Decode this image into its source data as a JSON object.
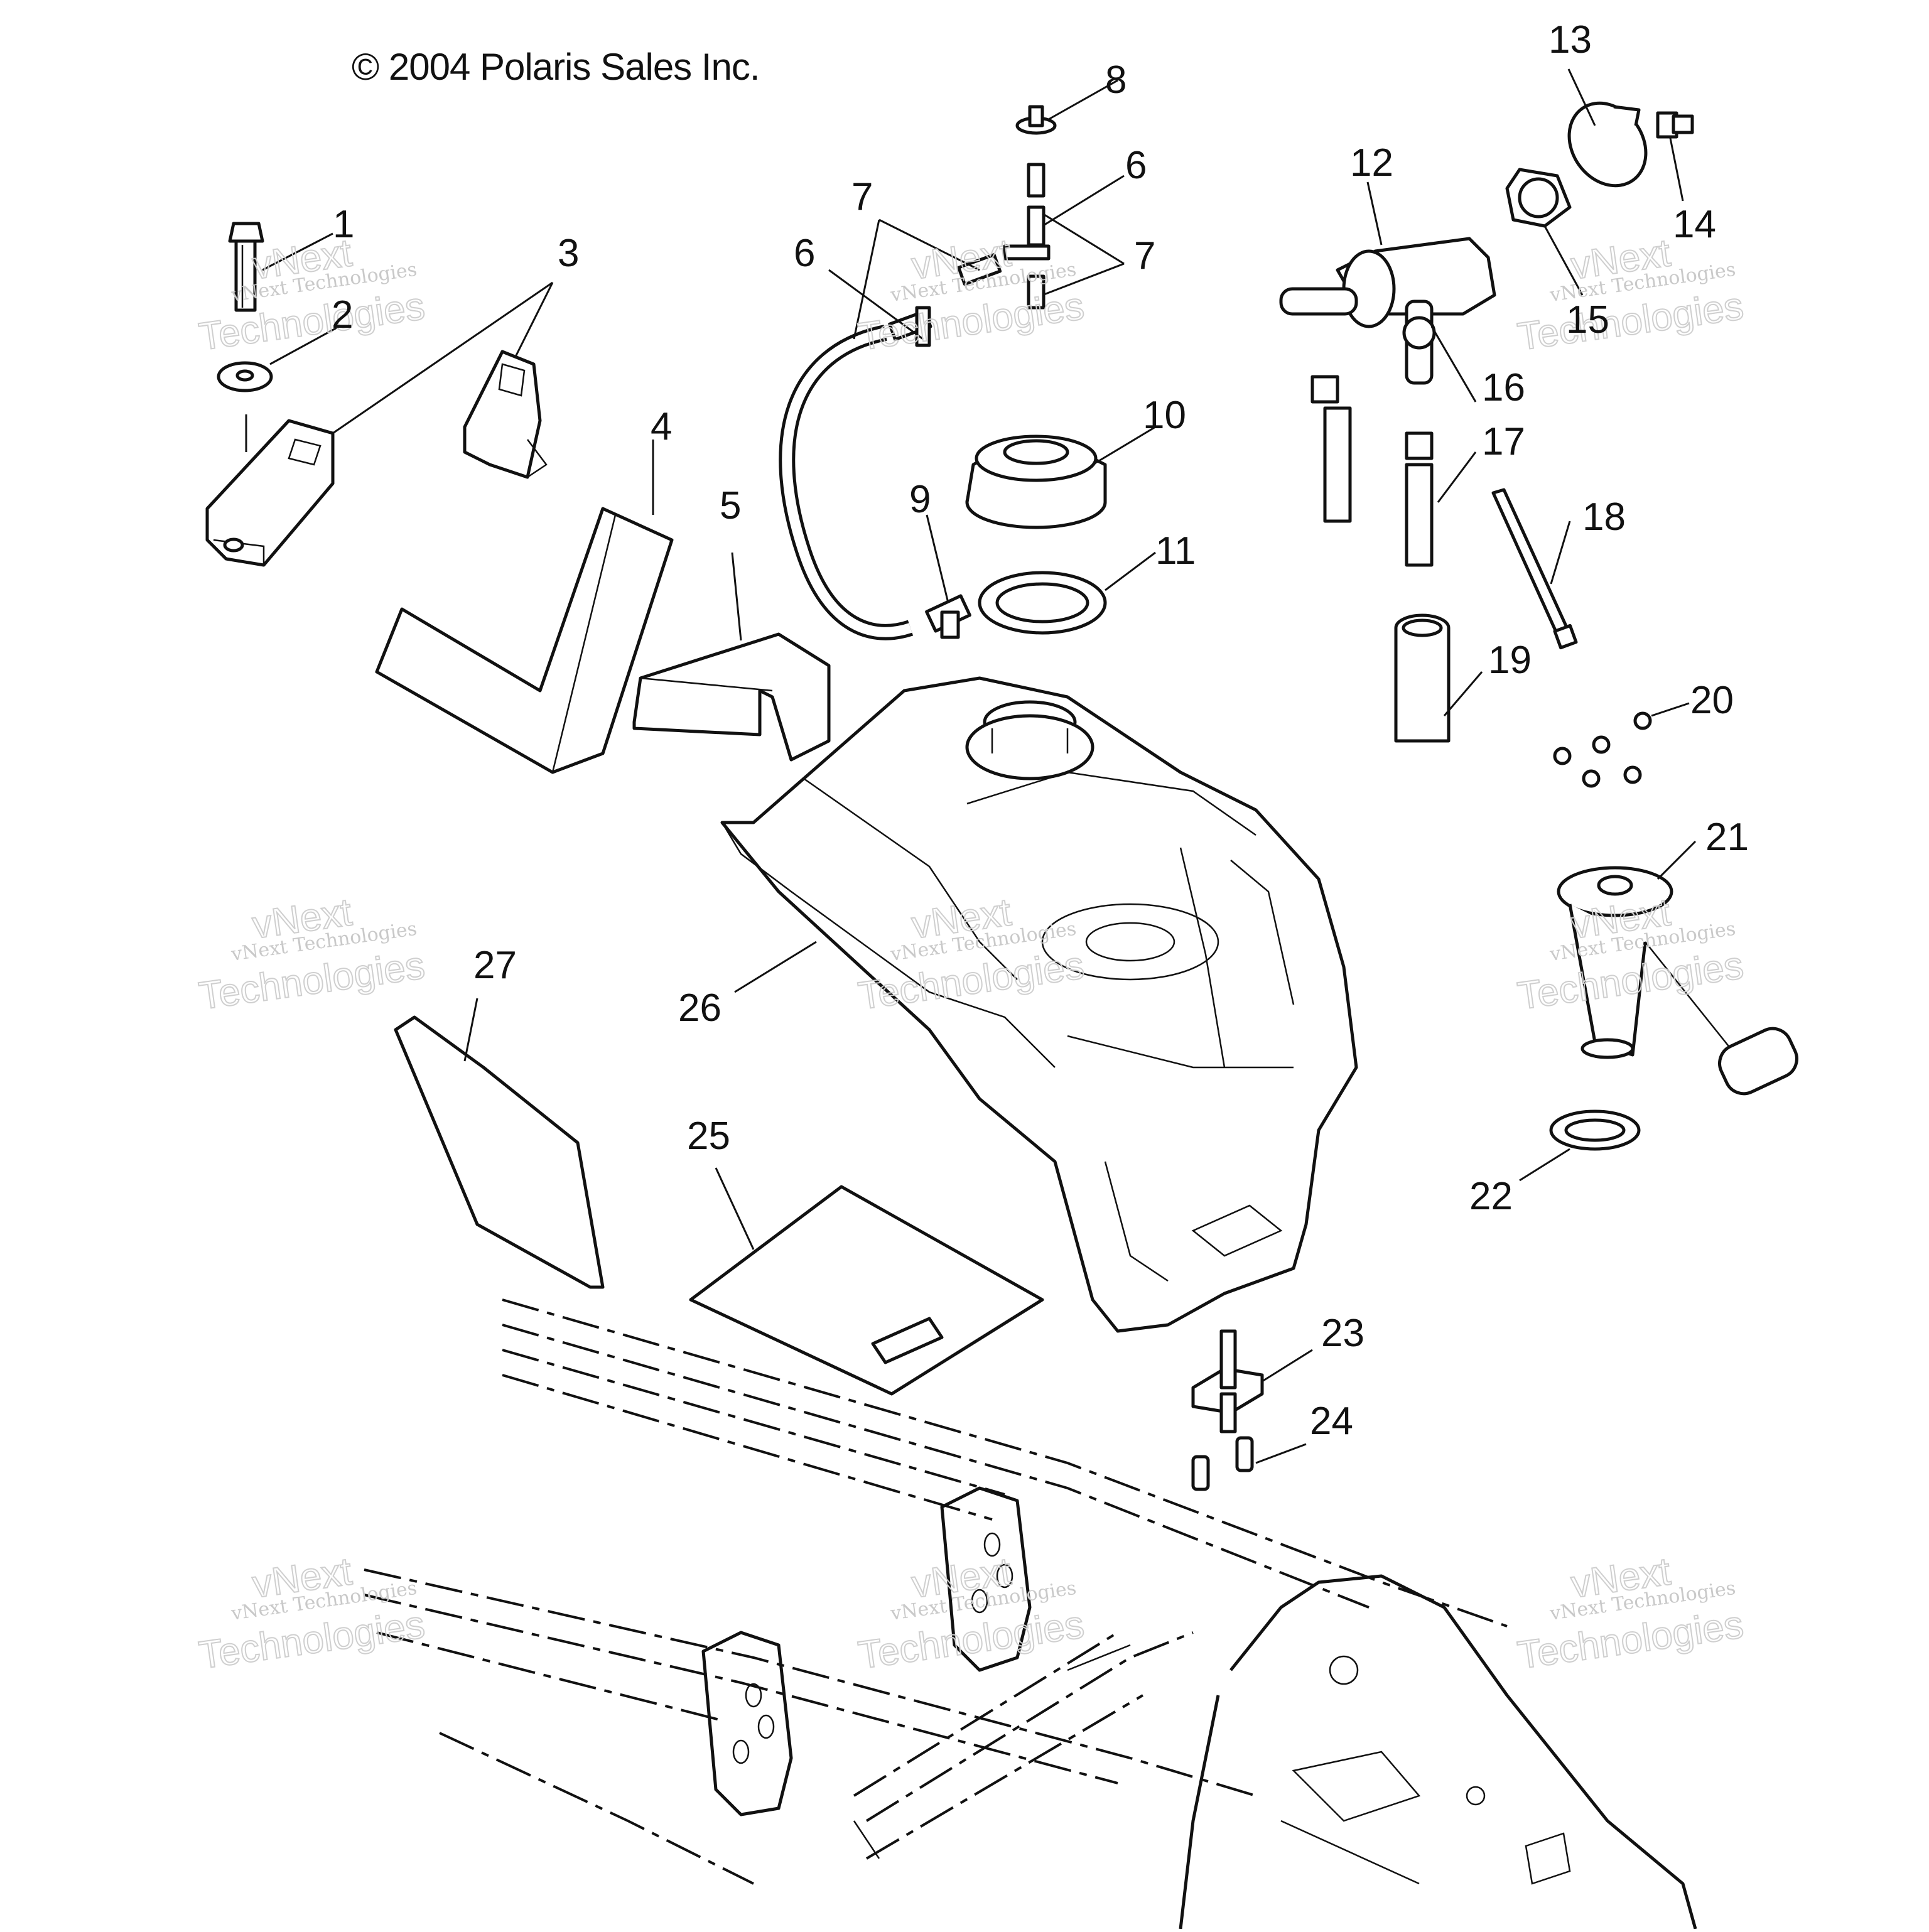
{
  "copyright": "© 2004 Polaris Sales Inc.",
  "watermark": {
    "line1": "vNext Technologies",
    "line2": "Technologies",
    "arc": "vNext"
  },
  "callouts": [
    "1",
    "2",
    "3",
    "4",
    "5",
    "6",
    "6",
    "7",
    "7",
    "8",
    "9",
    "10",
    "11",
    "12",
    "13",
    "14",
    "15",
    "16",
    "17",
    "18",
    "19",
    "20",
    "21",
    "22",
    "23",
    "24",
    "25",
    "26",
    "27"
  ]
}
